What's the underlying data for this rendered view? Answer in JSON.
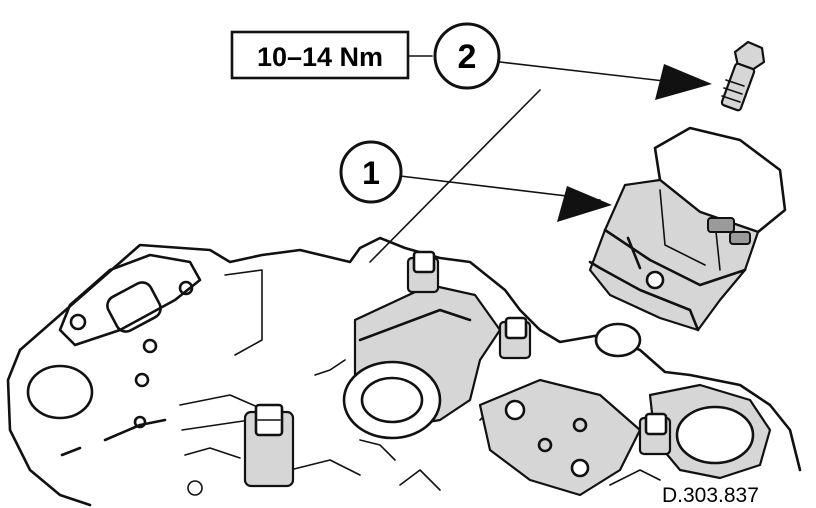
{
  "torque_label": "10–14 Nm",
  "callouts": [
    {
      "number": "1",
      "refers_to": "thermostat-housing"
    },
    {
      "number": "2",
      "refers_to": "bolt"
    }
  ],
  "figure_code": "D.303.837",
  "colors": {
    "ink": "#111111",
    "background": "#ffffff",
    "shade": "#d6d6d6"
  }
}
